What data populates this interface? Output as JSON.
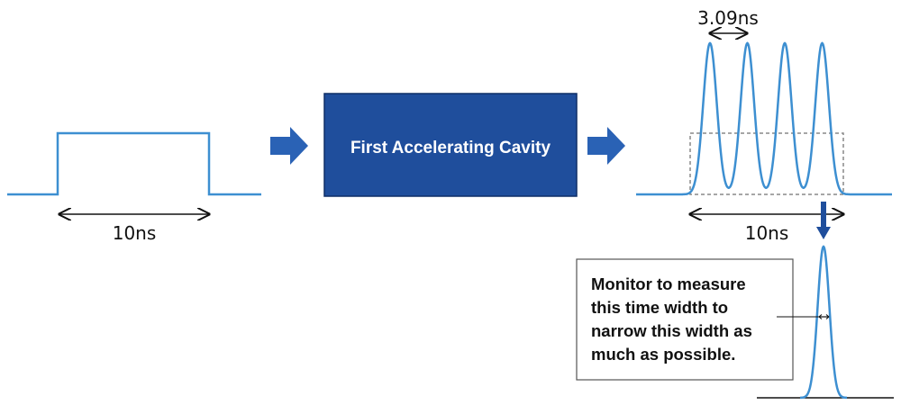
{
  "cavity": {
    "label": "First Accelerating Cavity",
    "fill_color": "#1f4e9c"
  },
  "input_pulse": {
    "width_label": "10ns"
  },
  "output_pulses": {
    "spacing_label": "3.09ns",
    "width_label": "10ns",
    "bunch_count": 4
  },
  "monitor_note": {
    "lines": [
      "Monitor to measure",
      "this time width to",
      "narrow this width as",
      "much as possible."
    ]
  },
  "colors": {
    "signal": "#3d8fd1",
    "arrow": "#2a62b5",
    "dashed_box": "#888888",
    "axis": "#111111"
  }
}
